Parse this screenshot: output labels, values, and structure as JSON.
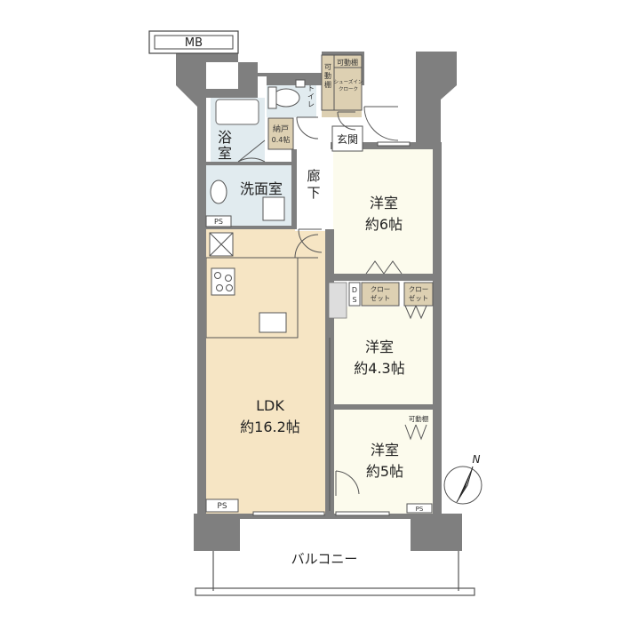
{
  "labels": {
    "mb": "MB",
    "bath": [
      "浴",
      "室"
    ],
    "storage": [
      "納戸",
      "0.4帖"
    ],
    "toilet": [
      "ト",
      "イ",
      "レ"
    ],
    "movable_shelf_top": [
      "可動棚"
    ],
    "movable_shelf_side": [
      "可",
      "動",
      "棚"
    ],
    "shoes_in_closet": [
      "シューズイン",
      "クローク"
    ],
    "entrance": "玄関",
    "hallway": [
      "廊",
      "下"
    ],
    "washroom": "洗面室",
    "ps_top": "PS",
    "ps_bottom_left": "PS",
    "ps_bottom_right": "PS",
    "room1": [
      "洋室",
      "約6帖"
    ],
    "ds": [
      "D",
      "S"
    ],
    "closet_left": [
      "クロー",
      "ゼット"
    ],
    "closet_right": [
      "クロー",
      "ゼット"
    ],
    "room2": [
      "洋室",
      "約4.3帖"
    ],
    "movable_shelf_room3": "可動棚",
    "room3": [
      "洋室",
      "約5帖"
    ],
    "ldk": [
      "LDK",
      "約16.2帖"
    ],
    "balcony": "バルコニー",
    "compass": "N"
  },
  "colors": {
    "wall": "#7f7f7f",
    "ldk_floor": "#f6e5c4",
    "room_floor": "#fcfbed",
    "wet_area": "#e1ebef",
    "storage": "#ddd0b2",
    "hall_floor": "#ffffff",
    "line": "#444444"
  }
}
